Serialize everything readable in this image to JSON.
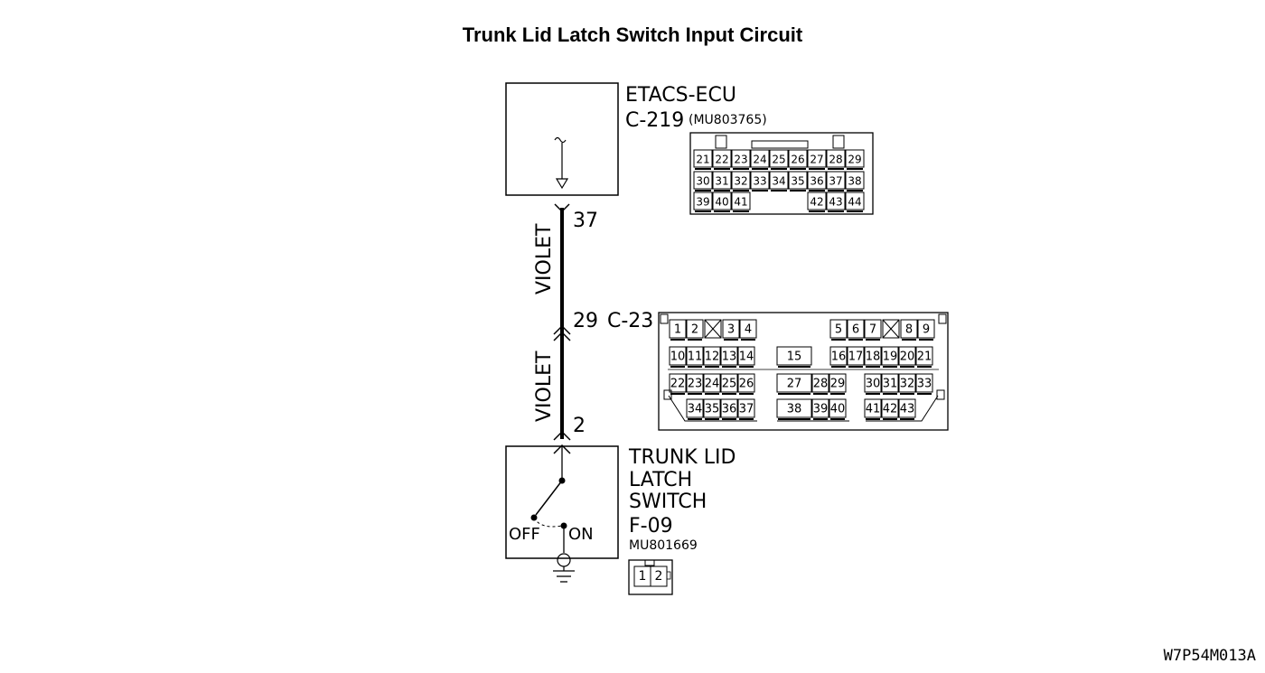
{
  "title": "Trunk Lid Latch Switch Input Circuit",
  "ecu": {
    "name": "ETACS-ECU",
    "connector": "C-219",
    "part_no": "(MU803765)",
    "wire_pin": "37",
    "pin_rows": [
      [
        "21",
        "22",
        "23",
        "24",
        "25",
        "26",
        "27",
        "28",
        "29"
      ],
      [
        "30",
        "31",
        "32",
        "33",
        "34",
        "35",
        "36",
        "37",
        "38"
      ],
      [
        "39",
        "40",
        "41",
        "42",
        "43",
        "44"
      ]
    ]
  },
  "wires": [
    {
      "color": "VIOLET"
    },
    {
      "color": "VIOLET"
    }
  ],
  "intermediate": {
    "connector": "C-23",
    "pin": "29",
    "pins": [
      "1",
      "2",
      "3",
      "4",
      "5",
      "6",
      "7",
      "8",
      "9",
      "10",
      "11",
      "12",
      "13",
      "14",
      "15",
      "16",
      "17",
      "18",
      "19",
      "20",
      "21",
      "22",
      "23",
      "24",
      "25",
      "26",
      "27",
      "28",
      "29",
      "30",
      "31",
      "32",
      "33",
      "34",
      "35",
      "36",
      "37",
      "38",
      "39",
      "40",
      "41",
      "42",
      "43"
    ]
  },
  "switch": {
    "name_lines": [
      "TRUNK LID",
      "LATCH",
      "SWITCH"
    ],
    "connector": "F-09",
    "part_no": "MU801669",
    "pin": "2",
    "off_label": "OFF",
    "on_label": "ON",
    "pins": [
      "1",
      "2"
    ]
  },
  "figure_code": "W7P54M013A"
}
